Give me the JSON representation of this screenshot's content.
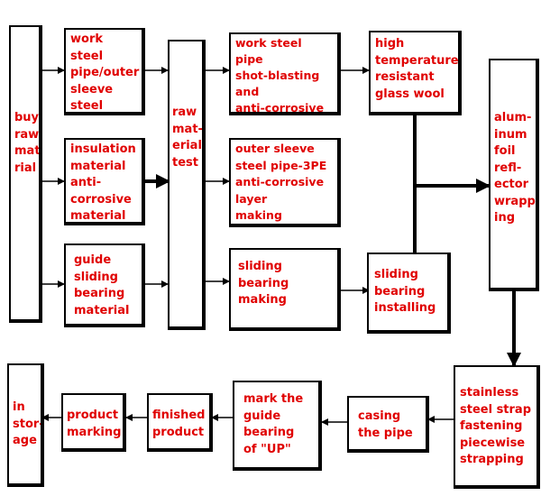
{
  "boxes": {
    "buy_raw_material": "buy\nraw\nmate-\nrial",
    "work_steel_outer": "work steel\npipe/outer\nsleeve\nsteel\npipe",
    "insulation_material": "insulation\nmaterial\nanti-\ncorrosive\nmaterial",
    "guide_sliding_material": "guide\nsliding\nbearing\nmaterial",
    "raw_material_test": "raw\nmat-\nerial\ntest",
    "shot_blasting": "work steel pipe\nshot-blasting\nand\nanti-corrosive\npainting",
    "outer_sleeve_3pe": "outer sleeve\nsteel pipe-3PE\nanti-corrosive\nlayer\nmaking",
    "sliding_bearing_making": "sliding\nbearing\nmaking",
    "glass_wool": "high\ntemperature\nresistant\nglass wool",
    "sliding_bearing_installing": "sliding\nbearing\ninstalling",
    "aluminum_foil": "alum-\ninum\nfoil\nrefl-\nector\nwrapp-\ning",
    "stainless_strap": "stainless\nsteel strap\nfastening\npiecewise\nstrapping",
    "casing_pipe": "casing\nthe pipe",
    "mark_guide": "mark the\nguide\nbearing\nof \"UP\"",
    "finished_product": "finished\nproduct",
    "product_marking": "product\nmarking",
    "in_storage": "in\nstor-\nage"
  },
  "colors": {
    "text": "#e00000",
    "border": "#000000",
    "background": "#ffffff"
  }
}
